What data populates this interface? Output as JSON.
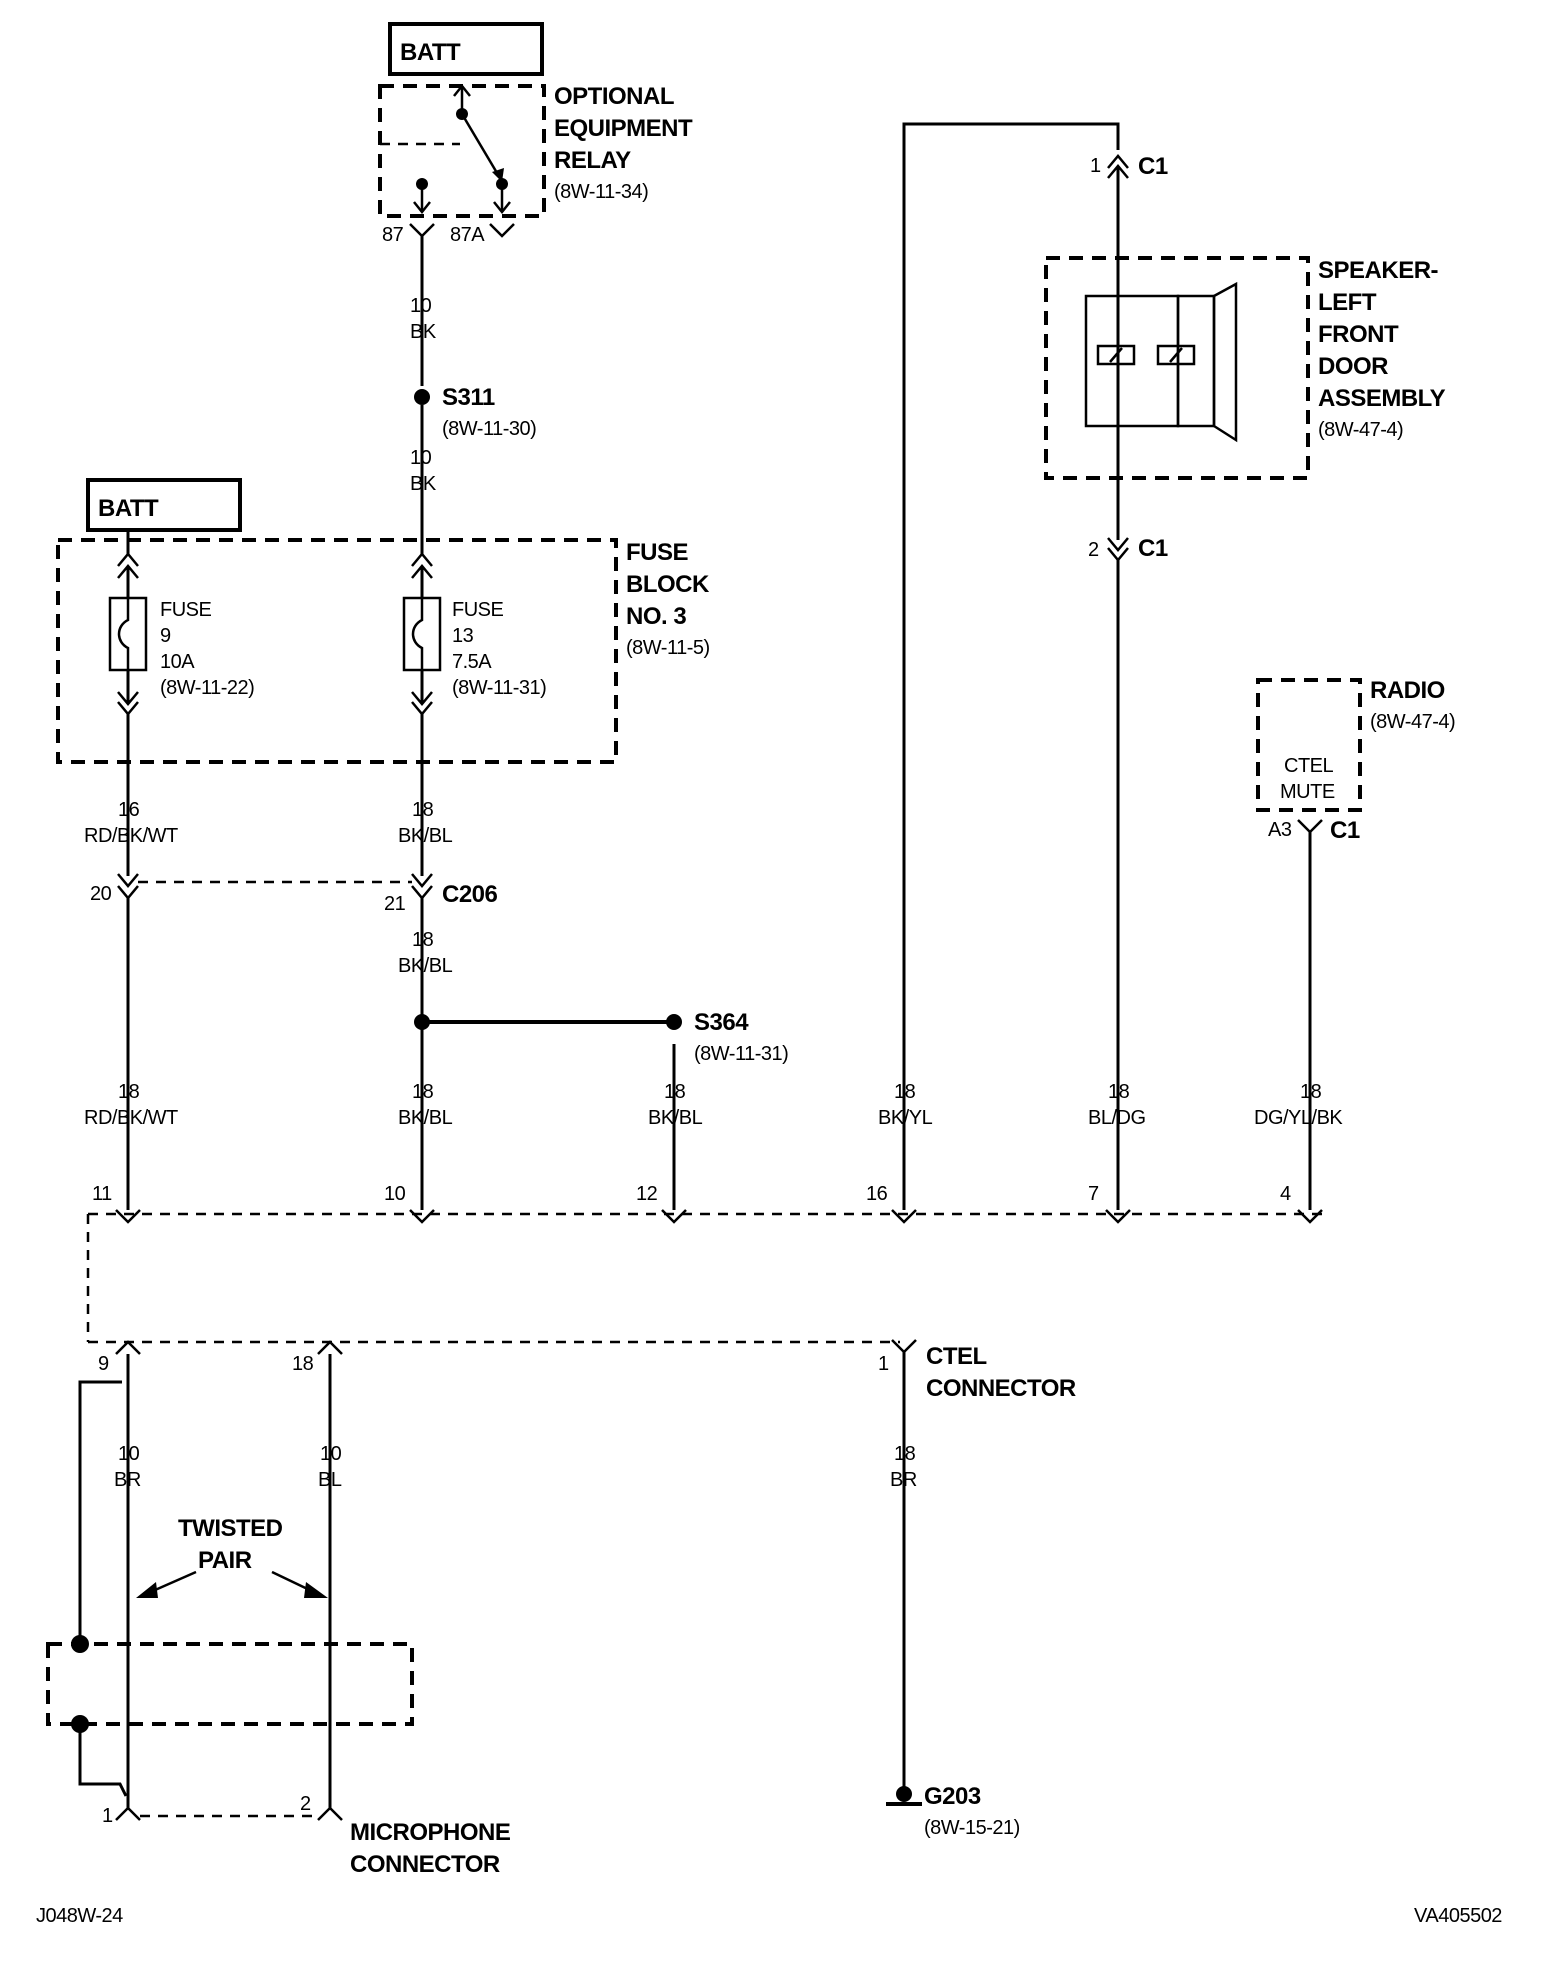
{
  "footer": {
    "left_code": "J048W-24",
    "right_code": "VA405502"
  },
  "batt_top": "BATT",
  "batt_left": "BATT",
  "relay": {
    "l1": "OPTIONAL",
    "l2": "EQUIPMENT",
    "l3": "RELAY",
    "ref": "(8W-11-34)",
    "pin_87": "87",
    "pin_87a": "87A"
  },
  "s311": {
    "name": "S311",
    "ref": "(8W-11-30)"
  },
  "fuse_block": {
    "l1": "FUSE",
    "l2": "BLOCK",
    "l3": "NO. 3",
    "ref": "(8W-11-5)"
  },
  "fuse9": {
    "l1": "FUSE",
    "num": "9",
    "rating": "10A",
    "ref": "(8W-11-22)"
  },
  "fuse13": {
    "l1": "FUSE",
    "num": "13",
    "rating": "7.5A",
    "ref": "(8W-11-31)"
  },
  "c206": {
    "name": "C206",
    "pin20": "20",
    "pin21": "21"
  },
  "s364": {
    "name": "S364",
    "ref": "(8W-11-31)"
  },
  "speaker": {
    "l1": "SPEAKER-",
    "l2": "LEFT",
    "l3": "FRONT",
    "l4": "DOOR",
    "l5": "ASSEMBLY",
    "ref": "(8W-47-4)",
    "c1": "C1",
    "pin1": "1",
    "pin2": "2"
  },
  "radio": {
    "name": "RADIO",
    "ref": "(8W-47-4)",
    "ctel": "CTEL",
    "mute": "MUTE",
    "pin": "A3",
    "c1": "C1"
  },
  "wires": {
    "relay_out": {
      "gauge": "10",
      "color": "BK"
    },
    "s311_out": {
      "gauge": "10",
      "color": "BK"
    },
    "f9_out": {
      "gauge": "16",
      "color": "RD/BK/WT"
    },
    "f13_out": {
      "gauge": "18",
      "color": "BK/BL"
    },
    "c206_out": {
      "gauge": "18",
      "color": "BK/BL"
    },
    "w11": {
      "gauge": "18",
      "color": "RD/BK/WT"
    },
    "w10": {
      "gauge": "18",
      "color": "BK/BL"
    },
    "w12": {
      "gauge": "18",
      "color": "BK/BL"
    },
    "w16": {
      "gauge": "18",
      "color": "BK/YL"
    },
    "w7": {
      "gauge": "18",
      "color": "BL/DG"
    },
    "w4": {
      "gauge": "18",
      "color": "DG/YL/BK"
    },
    "br": {
      "gauge": "10",
      "color": "BR"
    },
    "bl": {
      "gauge": "10",
      "color": "BL"
    },
    "br_gnd": {
      "gauge": "18",
      "color": "BR"
    }
  },
  "module_pins": {
    "p11": "11",
    "p10": "10",
    "p12": "12",
    "p16": "16",
    "p7": "7",
    "p4": "4",
    "p9": "9",
    "p18": "18"
  },
  "ctel_conn": {
    "pin": "1",
    "l1": "CTEL",
    "l2": "CONNECTOR"
  },
  "twisted": {
    "l1": "TWISTED",
    "l2": "PAIR"
  },
  "mic": {
    "pin1": "1",
    "pin2": "2",
    "l1": "MICROPHONE",
    "l2": "CONNECTOR"
  },
  "g203": {
    "name": "G203",
    "ref": "(8W-15-21)"
  }
}
